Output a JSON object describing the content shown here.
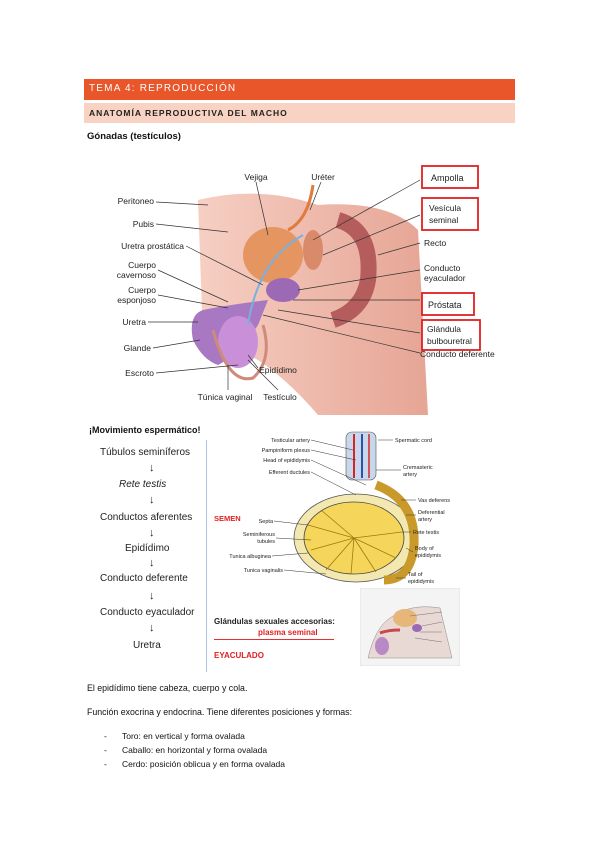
{
  "header": {
    "tema": "TEMA 4: REPRODUCCIÓN",
    "section": "ANATOMÍA REPRODUCTIVA DEL MACHO"
  },
  "subtitle": "Gónadas (testículos)",
  "figure1": {
    "labels_left": [
      "Peritoneo",
      "Pubis",
      "Uretra prostática",
      "Cuerpo",
      "cavernoso",
      "Cuerpo",
      "esponjoso",
      "Uretra",
      "Glande",
      "Escroto"
    ],
    "labels_top": [
      "Vejiga",
      "Uréter"
    ],
    "labels_bottom": [
      "Túnica vaginal",
      "Testículo",
      "Epidídimo"
    ],
    "labels_right": [
      "Recto",
      "Conducto",
      "eyaculador",
      "Conducto deferente"
    ],
    "boxed": [
      "Ampolla",
      "Vesícula",
      "seminal",
      "Próstata",
      "Glándula",
      "bulbouretral"
    ],
    "box_color": "#e02020"
  },
  "flow": {
    "title": "¡Movimiento espermático!",
    "steps": [
      "Túbulos seminíferos",
      "Rete testis",
      "Conductos aferentes",
      "Epidídimo",
      "Conducto deferente",
      "Conducto eyaculador",
      "Uretra"
    ],
    "arrow": "↓",
    "semen": "SEMEN",
    "glands": "Glándulas sexuales accesorias:",
    "plasma": "plasma seminal",
    "eyaculado": "EYACULADO"
  },
  "figure2": {
    "left_labels": [
      "Testicular artery",
      "Pampiniform plexus",
      "Head of epididymis",
      "Efferent ductules",
      "Septa",
      "Seminiferous",
      "tubules",
      "Tunica albuginea",
      "Tunica vaginalis"
    ],
    "right_labels": [
      "Spermatic cord",
      "Cremasteric",
      "artery",
      "Vas deferens",
      "Deferential",
      "artery",
      "Rete testis",
      "Body of",
      "epididymis",
      "Tail of",
      "epididymis"
    ]
  },
  "body": {
    "p1": "El epidídimo tiene cabeza, cuerpo y cola.",
    "p2": "Función exocrina y endocrina. Tiene diferentes posiciones y formas:",
    "bullet_marker": "-",
    "bullets": [
      "Toro: en vertical y forma ovalada",
      "Caballo: en horizontal y forma ovalada",
      "Cerdo: posición oblicua y en forma ovalada"
    ]
  },
  "colors": {
    "accent": "#e8562a",
    "accent_light": "#f8d3c4",
    "red": "#e02020"
  }
}
